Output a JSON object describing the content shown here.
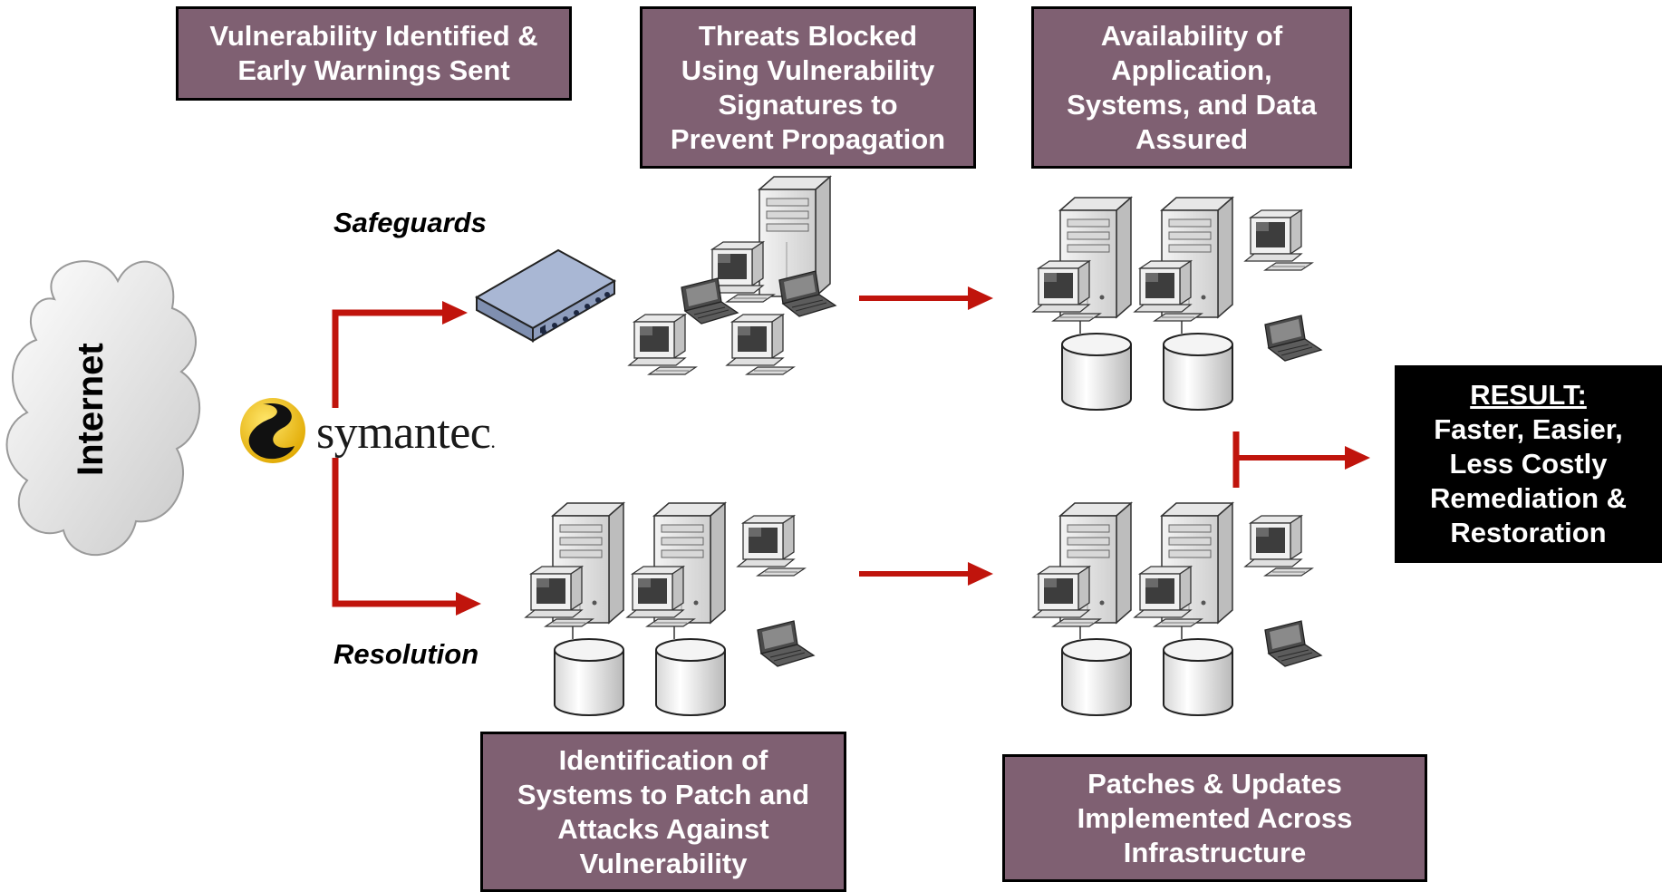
{
  "boxes": {
    "vuln_identified": {
      "lines": [
        "Vulnerability Identified &",
        "Early Warnings Sent"
      ]
    },
    "threats_blocked": {
      "lines": [
        "Threats Blocked",
        "Using Vulnerability",
        "Signatures to",
        "Prevent Propagation"
      ]
    },
    "availability": {
      "lines": [
        "Availability of",
        "Application,",
        "Systems, and Data",
        "Assured"
      ]
    },
    "identification": {
      "lines": [
        "Identification of",
        "Systems to Patch and",
        "Attacks Against",
        "Vulnerability"
      ]
    },
    "patches": {
      "lines": [
        "Patches & Updates",
        "Implemented Across",
        "Infrastructure"
      ]
    }
  },
  "labels": {
    "safeguards": "Safeguards",
    "resolution": "Resolution",
    "internet": "Internet",
    "symantec": "symantec",
    "symantec_tm": "."
  },
  "result": {
    "title": "RESULT:",
    "lines": [
      "Faster, Easier,",
      "Less Costly",
      "Remediation &",
      "Restoration"
    ]
  },
  "colors": {
    "box_fill": "#7f6072",
    "arrow_red": "#c0140c",
    "result_fill": "#000000",
    "logo_yellow": "#f5c400"
  },
  "icons": [
    "cloud-icon",
    "symantec-logo-icon",
    "network-switch-icon",
    "server-icon",
    "desktop-computer-icon",
    "laptop-icon",
    "database-icon",
    "arrow-icon"
  ]
}
